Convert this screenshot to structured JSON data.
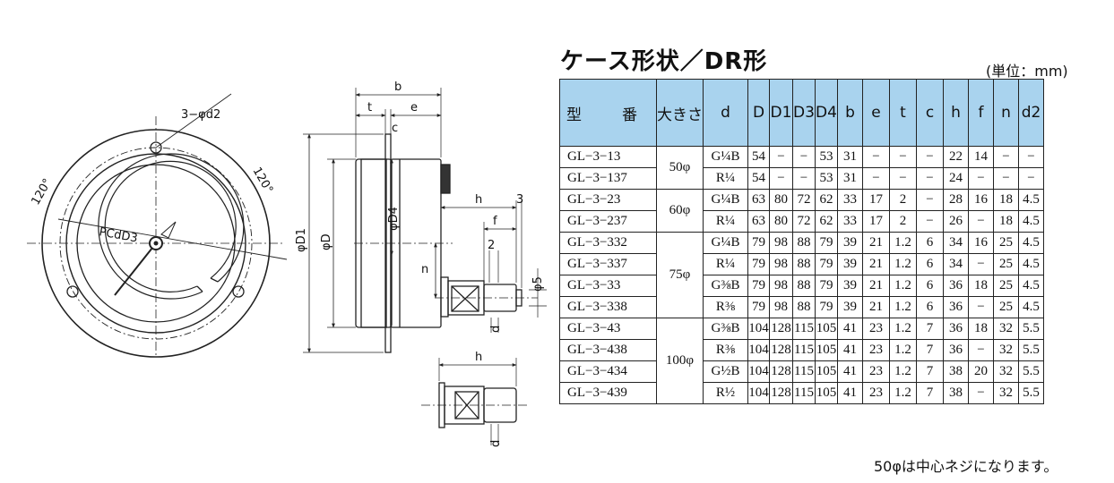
{
  "title": "ケース形状／DR形",
  "unit": "(単位：mm)",
  "note": "50φは中心ネジになります。",
  "drawing_labels": {
    "holes": "3−φd2",
    "pcd": "PCdD3",
    "angle_left": "120°",
    "angle_right": "120°",
    "b": "b",
    "t": "t",
    "e": "e",
    "c": "c",
    "h": "h",
    "h_lower": "h",
    "three": "3",
    "f": "f",
    "two": "2",
    "phi5": "φ5",
    "phiD1": "φD1",
    "phiD": "φD",
    "phiD4": "φD4",
    "n": "n",
    "d": "d",
    "d_lower": "d"
  },
  "table": {
    "headers": [
      "型　番",
      "大きさ",
      "d",
      "D",
      "D1",
      "D3",
      "D4",
      "b",
      "e",
      "t",
      "c",
      "h",
      "f",
      "n",
      "d2"
    ],
    "groups": [
      {
        "size": "50φ",
        "rows": [
          [
            "GL−3−13",
            "G¼B",
            "54",
            "−",
            "−",
            "53",
            "31",
            "−",
            "−",
            "−",
            "22",
            "14",
            "−",
            "−"
          ],
          [
            "GL−3−137",
            "R¼",
            "54",
            "−",
            "−",
            "53",
            "31",
            "−",
            "−",
            "−",
            "24",
            "−",
            "−",
            "−"
          ]
        ]
      },
      {
        "size": "60φ",
        "rows": [
          [
            "GL−3−23",
            "G¼B",
            "63",
            "80",
            "72",
            "62",
            "33",
            "17",
            "2",
            "−",
            "28",
            "16",
            "18",
            "4.5"
          ],
          [
            "GL−3−237",
            "R¼",
            "63",
            "80",
            "72",
            "62",
            "33",
            "17",
            "2",
            "−",
            "26",
            "−",
            "18",
            "4.5"
          ]
        ]
      },
      {
        "size": "75φ",
        "rows": [
          [
            "GL−3−332",
            "G¼B",
            "79",
            "98",
            "88",
            "79",
            "39",
            "21",
            "1.2",
            "6",
            "34",
            "16",
            "25",
            "4.5"
          ],
          [
            "GL−3−337",
            "R¼",
            "79",
            "98",
            "88",
            "79",
            "39",
            "21",
            "1.2",
            "6",
            "34",
            "−",
            "25",
            "4.5"
          ],
          [
            "GL−3−33",
            "G⅜B",
            "79",
            "98",
            "88",
            "79",
            "39",
            "21",
            "1.2",
            "6",
            "36",
            "18",
            "25",
            "4.5"
          ],
          [
            "GL−3−338",
            "R⅜",
            "79",
            "98",
            "88",
            "79",
            "39",
            "21",
            "1.2",
            "6",
            "36",
            "−",
            "25",
            "4.5"
          ]
        ]
      },
      {
        "size": "100φ",
        "rows": [
          [
            "GL−3−43",
            "G⅜B",
            "104",
            "128",
            "115",
            "105",
            "41",
            "23",
            "1.2",
            "7",
            "36",
            "18",
            "32",
            "5.5"
          ],
          [
            "GL−3−438",
            "R⅜",
            "104",
            "128",
            "115",
            "105",
            "41",
            "23",
            "1.2",
            "7",
            "36",
            "−",
            "32",
            "5.5"
          ],
          [
            "GL−3−434",
            "G½B",
            "104",
            "128",
            "115",
            "105",
            "41",
            "23",
            "1.2",
            "7",
            "38",
            "20",
            "32",
            "5.5"
          ],
          [
            "GL−3−439",
            "R½",
            "104",
            "128",
            "115",
            "105",
            "41",
            "23",
            "1.2",
            "7",
            "38",
            "−",
            "32",
            "5.5"
          ]
        ]
      }
    ]
  }
}
